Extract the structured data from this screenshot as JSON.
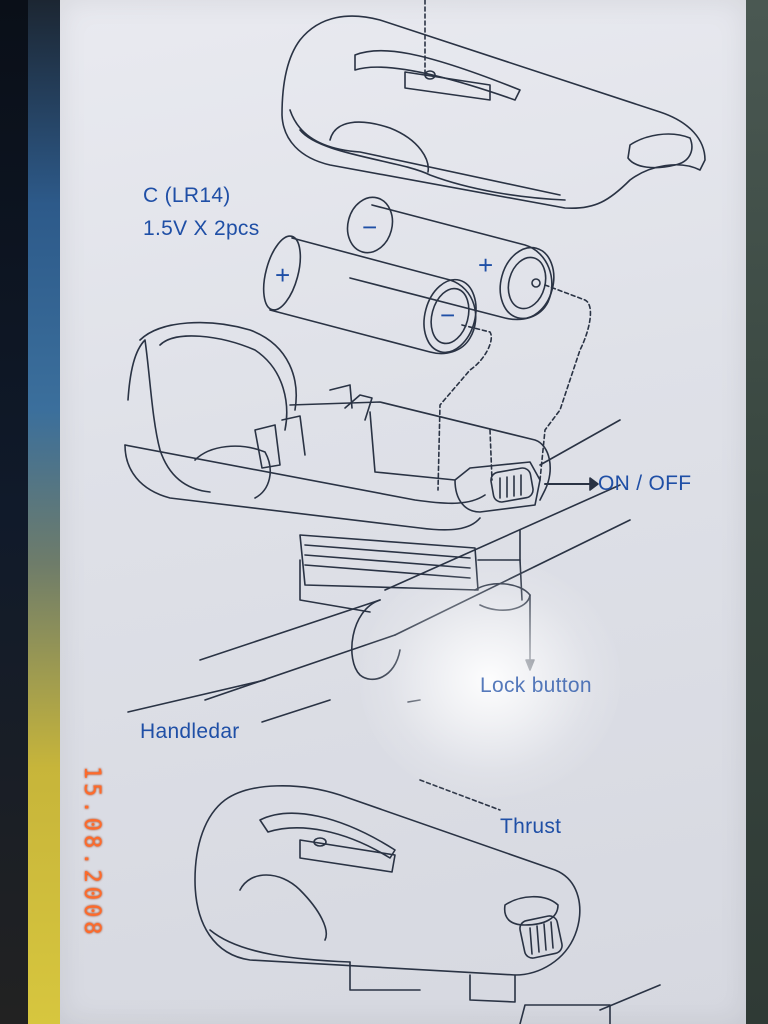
{
  "labels": {
    "battery_type": "C (LR14)",
    "battery_spec": "1.5V X 2pcs",
    "switch": "ON / OFF",
    "lock_button": "Lock button",
    "handlebar": "Handledar",
    "thrust": "Thrust"
  },
  "battery_marks": {
    "plus": "+",
    "minus": "−"
  },
  "date_stamp": "15.08.2008",
  "colors": {
    "label_blue": "#1f4fa6",
    "line_ink": "#2a3344",
    "date_orange": "#ff6a2a"
  }
}
